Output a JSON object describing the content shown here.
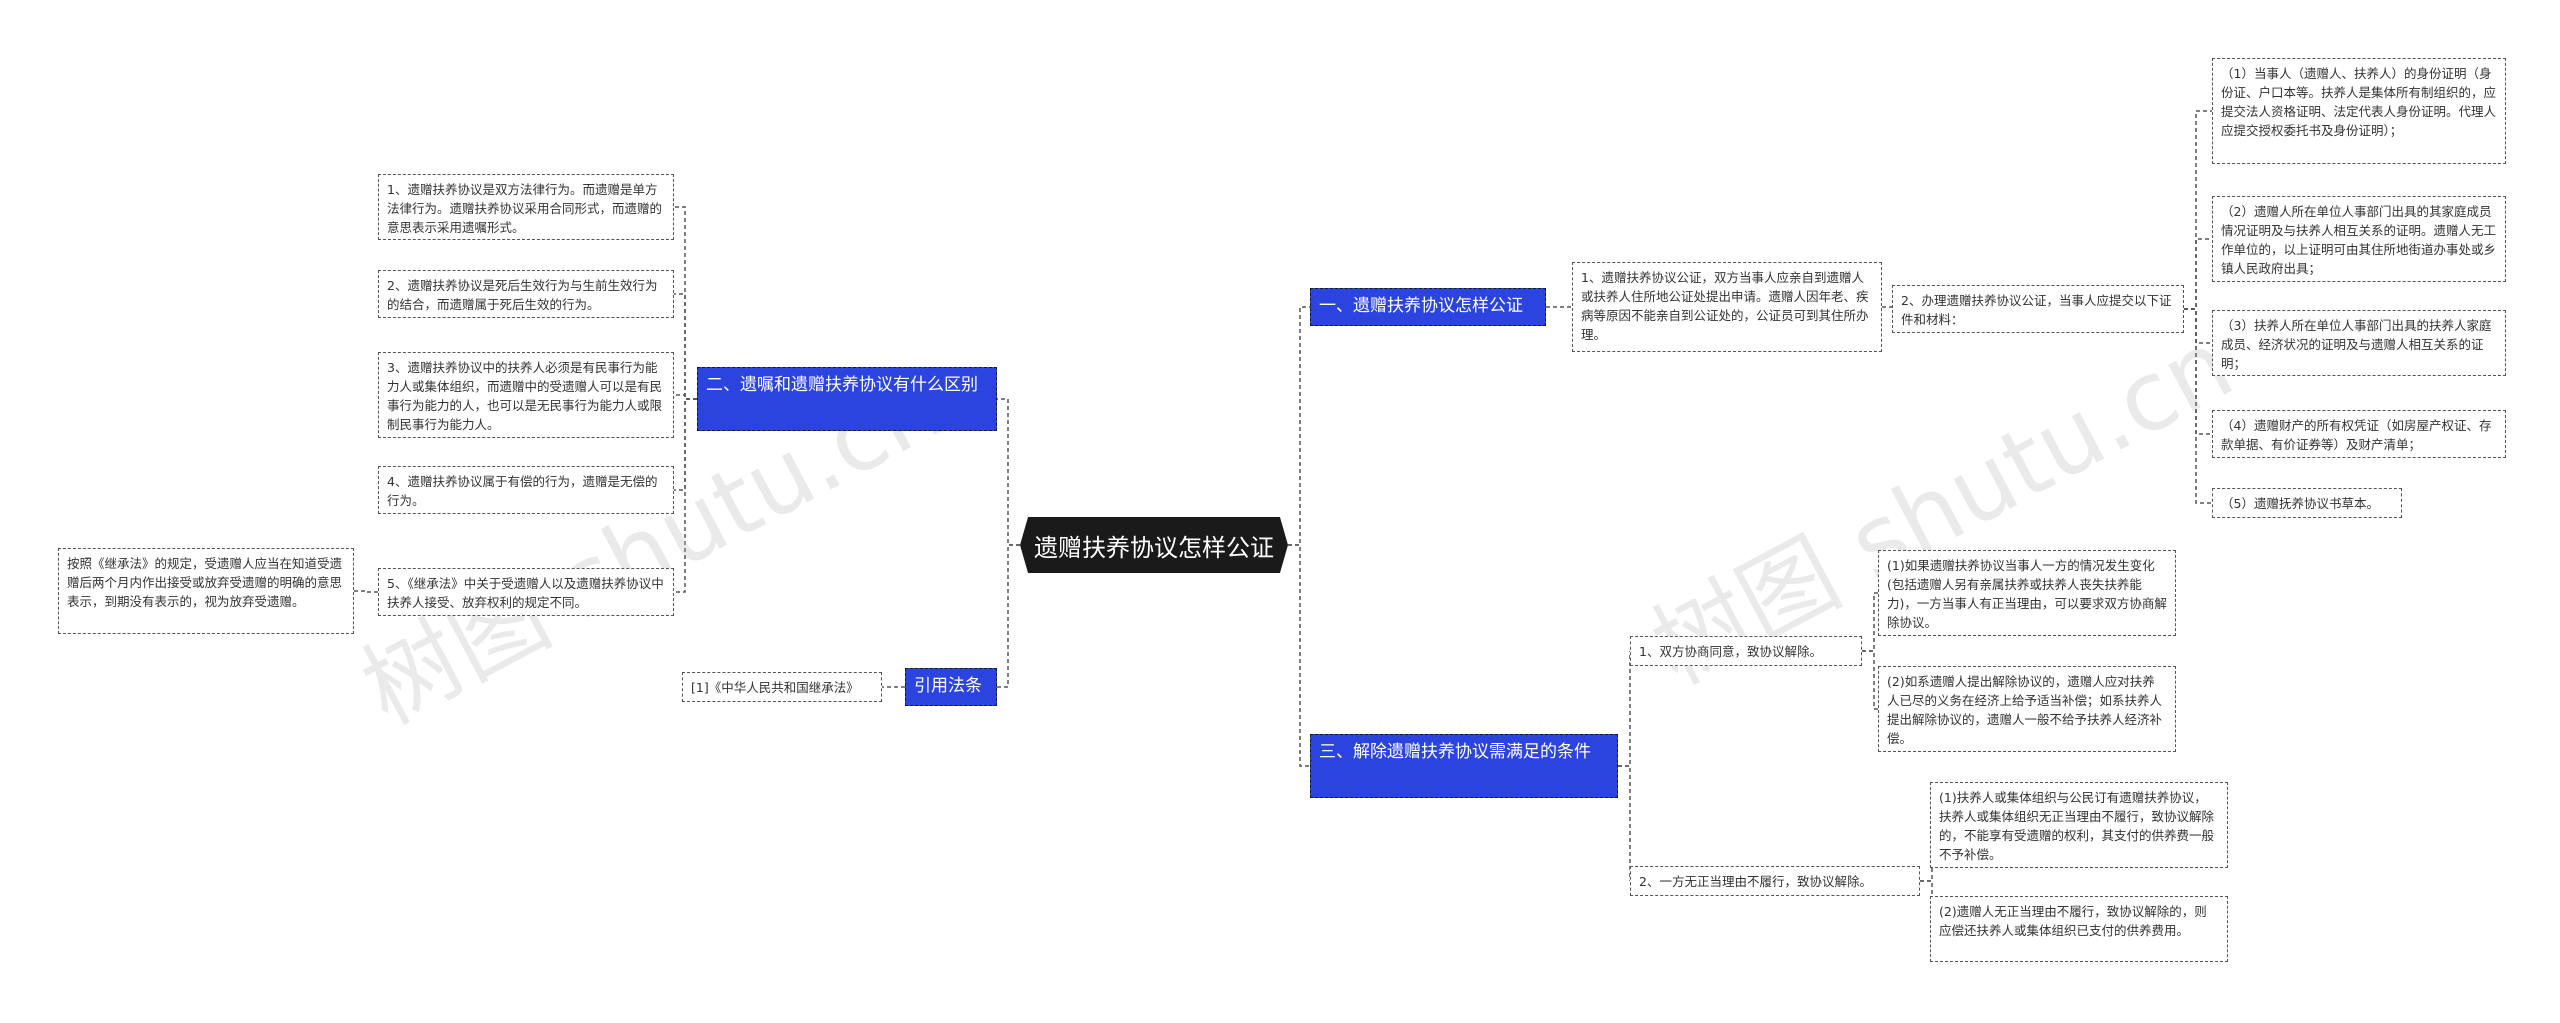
{
  "root": {
    "label": "遗赠扶养协议怎样公证"
  },
  "branches": {
    "b1": "一、遗赠扶养协议怎样公证",
    "b2": "二、遗嘱和遗赠扶养协议有什么区别",
    "b3": "三、解除遗赠扶养协议需满足的条件",
    "b4": "引用法条"
  },
  "leaves": {
    "b1_1": "1、遗赠扶养协议公证，双方当事人应亲自到遗赠人或扶养人住所地公证处提出申请。遗赠人因年老、疾病等原因不能亲自到公证处的，公证员可到其住所办理。",
    "b1_2": "2、办理遗赠扶养协议公证，当事人应提交以下证件和材料：",
    "b1_2_1": "（1）当事人（遗赠人、扶养人）的身份证明（身份证、户口本等。扶养人是集体所有制组织的，应提交法人资格证明、法定代表人身份证明。代理人应提交授权委托书及身份证明）；",
    "b1_2_2": "（2）遗赠人所在单位人事部门出具的其家庭成员情况证明及与扶养人相互关系的证明。遗赠人无工作单位的，以上证明可由其住所地街道办事处或乡镇人民政府出具；",
    "b1_2_3": "（3）扶养人所在单位人事部门出具的扶养人家庭成员、经济状况的证明及与遗赠人相互关系的证明；",
    "b1_2_4": "（4）遗赠财产的所有权凭证（如房屋产权证、存款单据、有价证券等）及财产清单；",
    "b1_2_5": "（5）遗赠抚养协议书草本。",
    "b2_1": "1、遗赠扶养协议是双方法律行为。而遗赠是单方法律行为。遗赠扶养协议采用合同形式，而遗赠的意思表示采用遗嘱形式。",
    "b2_2": "2、遗赠扶养协议是死后生效行为与生前生效行为的结合，而遗赠属于死后生效的行为。",
    "b2_3": "3、遗赠扶养协议中的扶养人必须是有民事行为能力人或集体组织，而遗赠中的受遗赠人可以是有民事行为能力的人，也可以是无民事行为能力人或限制民事行为能力人。",
    "b2_4": "4、遗赠扶养协议属于有偿的行为，遗赠是无偿的行为。",
    "b2_5": "5、《继承法》中关于受遗赠人以及遗赠扶养协议中扶养人接受、放弃权利的规定不同。",
    "b2_5_1": "按照《继承法》的规定，受遗赠人应当在知道受遗赠后两个月内作出接受或放弃受遗赠的明确的意思表示，到期没有表示的，视为放弃受遗赠。",
    "b3_1": "1、双方协商同意，致协议解除。",
    "b3_1_1": "(1)如果遗赠扶养协议当事人一方的情况发生变化(包括遗赠人另有亲属扶养或扶养人丧失扶养能力)，一方当事人有正当理由，可以要求双方协商解除协议。",
    "b3_1_2": "(2)如系遗赠人提出解除协议的，遗赠人应对扶养人已尽的义务在经济上给予适当补偿；如系扶养人提出解除协议的，遗赠人一般不给予扶养人经济补偿。",
    "b3_2": "2、一方无正当理由不履行，致协议解除。",
    "b3_2_1": "(1)扶养人或集体组织与公民订有遗赠扶养协议，扶养人或集体组织无正当理由不履行，致协议解除的，不能享有受遗赠的权利，其支付的供养费一般不予补偿。",
    "b3_2_2": "(2)遗赠人无正当理由不履行，致协议解除的，则应偿还扶养人或集体组织已支付的供养费用。",
    "b4_1": "[1]《中华人民共和国继承法》"
  },
  "watermarks": {
    "w1": "树图 shutu.cn",
    "w2": "树图 shutu.cn"
  },
  "colors": {
    "root_bg": "#1a1a1a",
    "branch_bg": "#2b44e0",
    "line": "#555555"
  }
}
